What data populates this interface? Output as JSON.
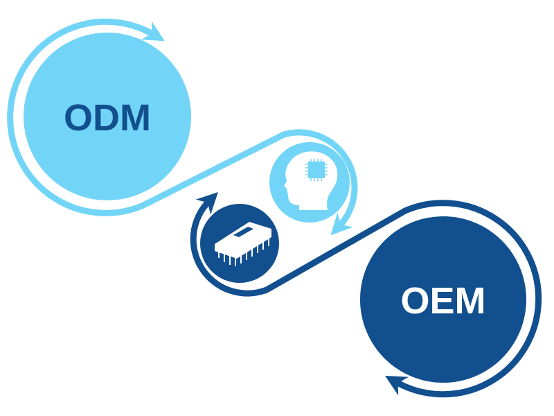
{
  "diagram": {
    "nodes": [
      {
        "id": "odm",
        "label": "ODM"
      },
      {
        "id": "oem",
        "label": "OEM"
      }
    ],
    "icons": [
      "ai-head-chip-icon",
      "integrated-circuit-chip-icon"
    ]
  },
  "colors": {
    "light": "#72d5f7",
    "dark": "#124f8f",
    "white": "#ffffff"
  }
}
